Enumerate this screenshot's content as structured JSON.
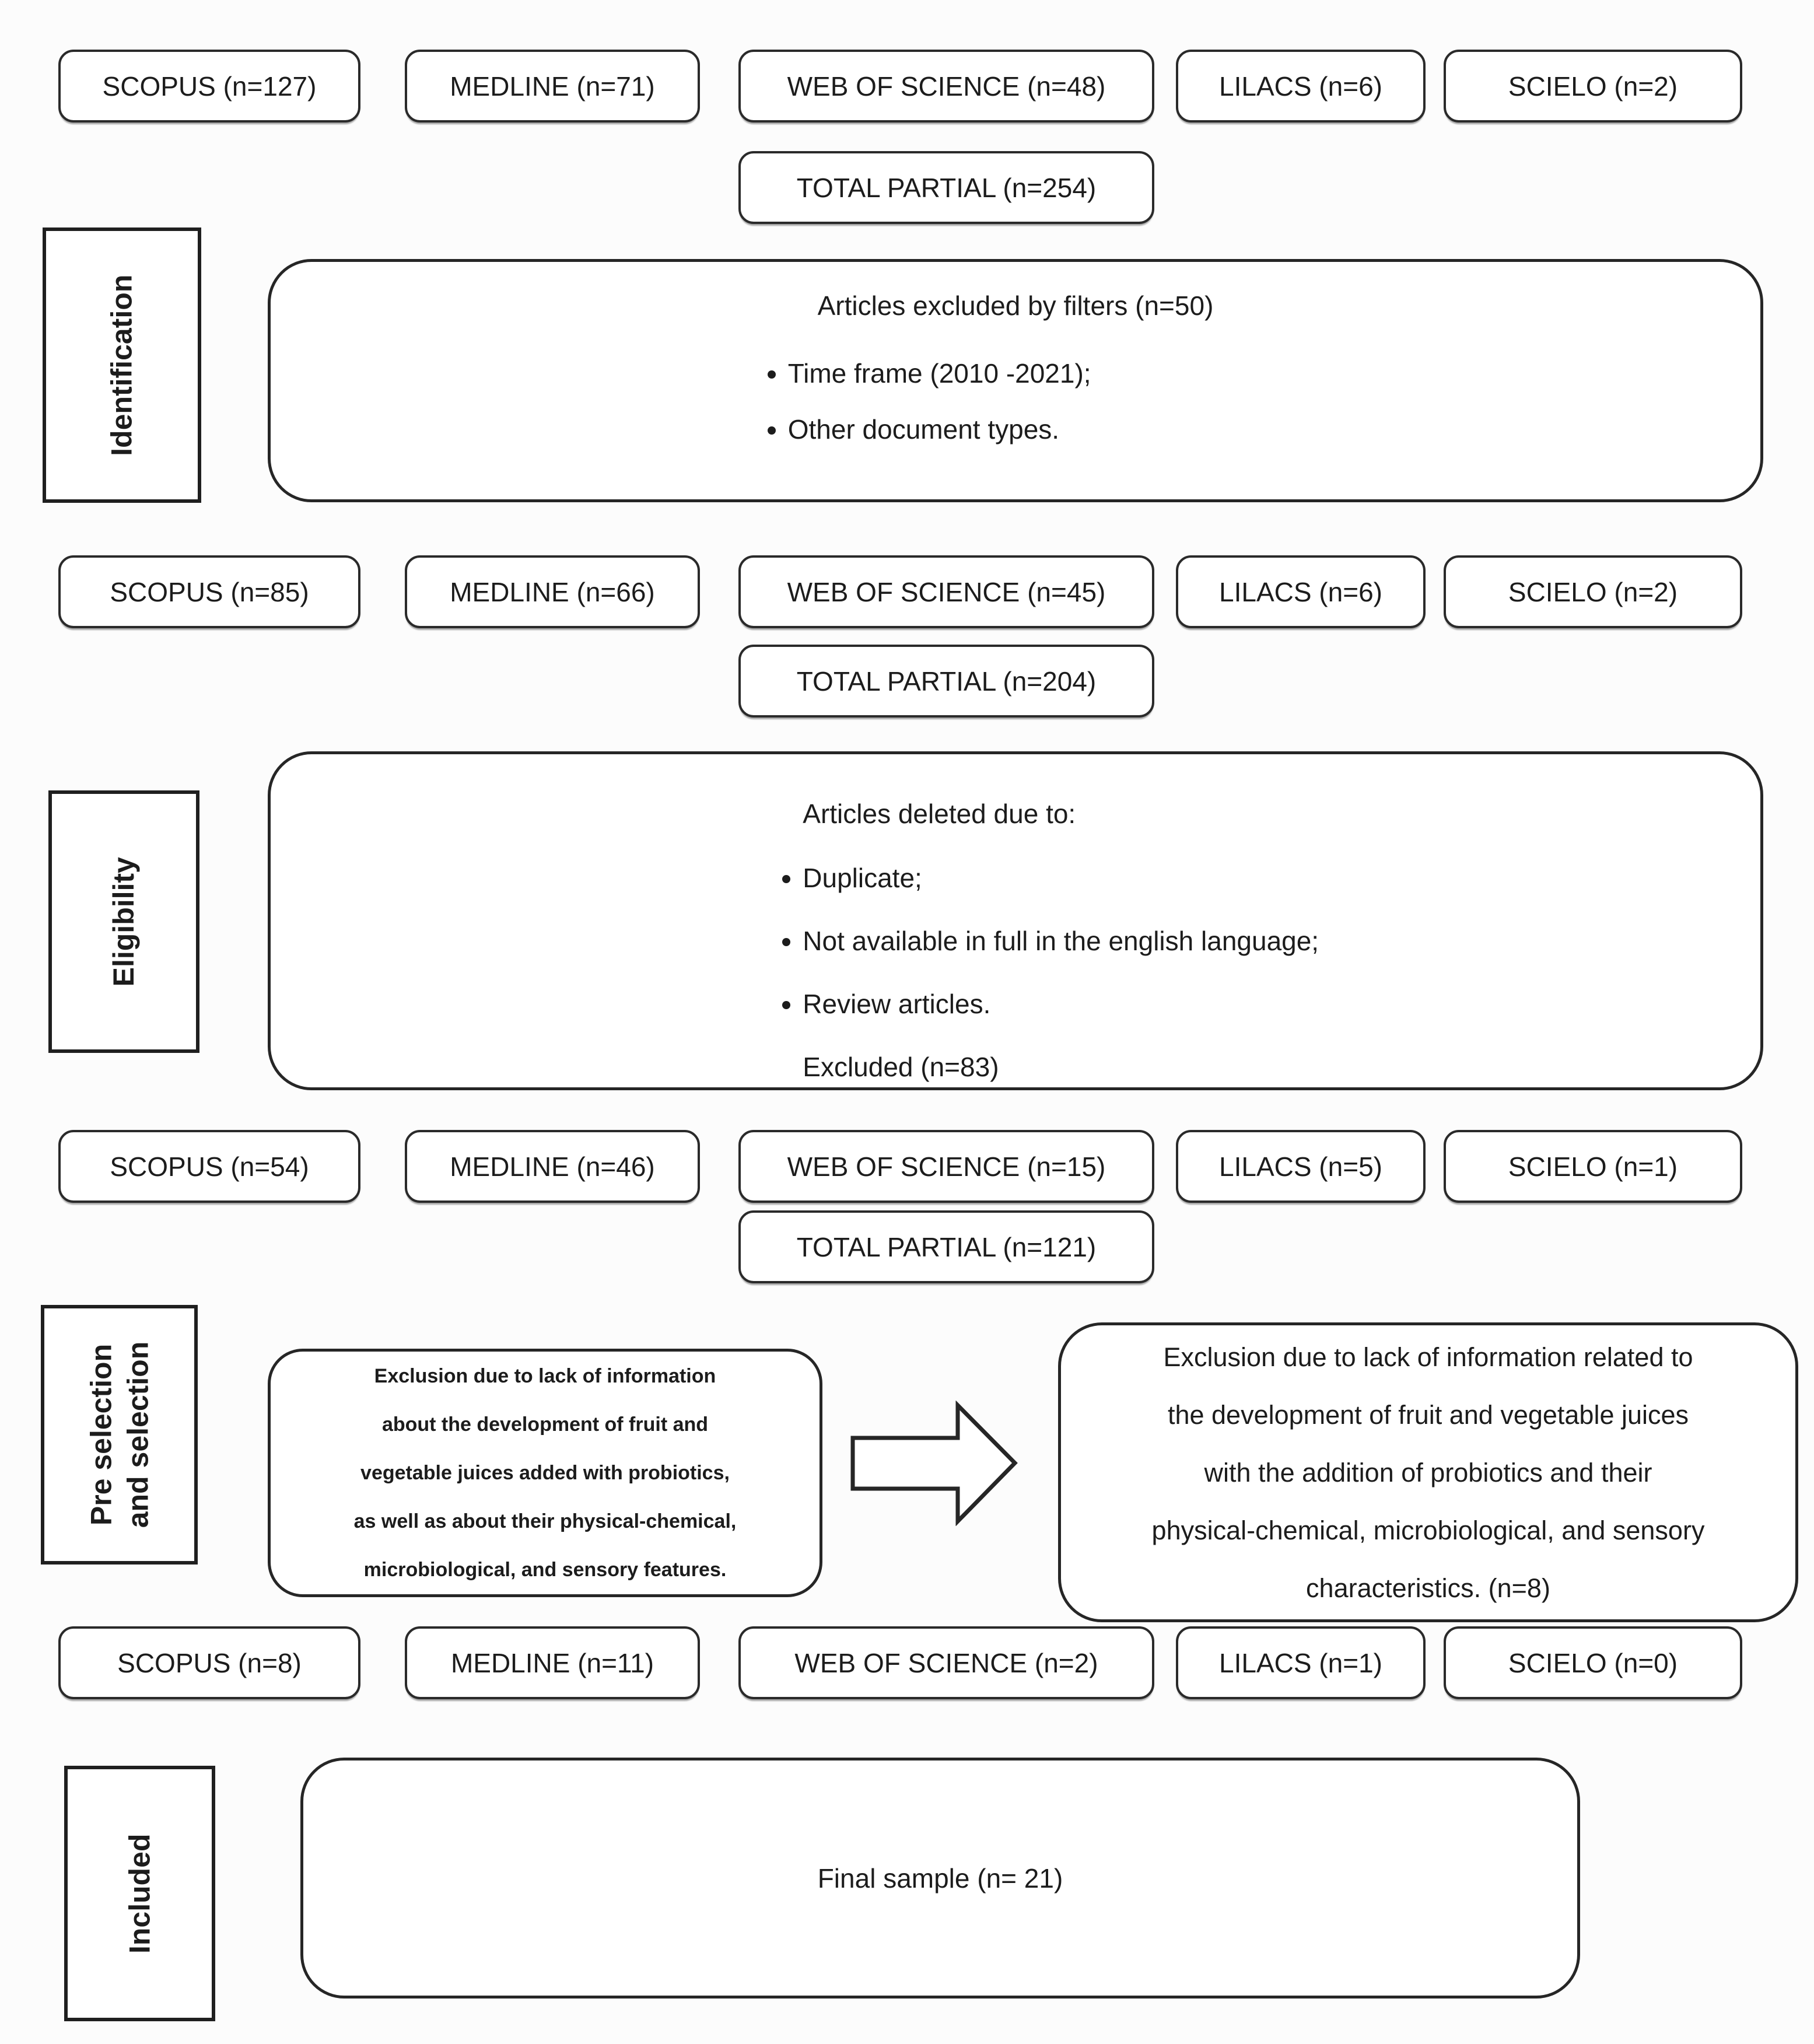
{
  "colors": {
    "border": "#262626",
    "background": "#fcfcfc",
    "text": "#1c1c1c"
  },
  "icons": {
    "flow_arrow": "right-arrow"
  },
  "stages": {
    "identification": "Identification",
    "eligibility": "Eligibility",
    "preselection_line1": "Pre selection",
    "preselection_line2": "and selection",
    "included": "Included"
  },
  "db_rows": [
    {
      "boxes": [
        "SCOPUS (n=127)",
        "MEDLINE (n=71)",
        "WEB OF SCIENCE (n=48)",
        "LILACS (n=6)",
        "SCIELO  (n=2)"
      ]
    },
    {
      "boxes": [
        "SCOPUS (n=85)",
        "MEDLINE (n=66)",
        "WEB OF SCIENCE (n=45)",
        "LILACS (n=6)",
        "SCIELO  (n=2)"
      ]
    },
    {
      "boxes": [
        "SCOPUS (n=54)",
        "MEDLINE (n=46)",
        "WEB OF SCIENCE (n=15)",
        "LILACS (n=5)",
        "SCIELO  (n=1)"
      ]
    },
    {
      "boxes": [
        "SCOPUS (n=8)",
        "MEDLINE (n=11)",
        "WEB OF SCIENCE (n=2)",
        "LILACS (n=1)",
        "SCIELO  (n=0)"
      ]
    }
  ],
  "totals": [
    "TOTAL PARTIAL (n=254)",
    "TOTAL PARTIAL (n=204)",
    "TOTAL PARTIAL (n=121)"
  ],
  "exclusion_box_1": {
    "title": "Articles excluded by filters (n=50)",
    "bullets": [
      "Time frame (2010 -2021);",
      "Other document types."
    ]
  },
  "exclusion_box_2": {
    "title": "Articles deleted due to:",
    "bullets": [
      "Duplicate;",
      "Not available in full in the english language;",
      "Review articles."
    ],
    "note": "Excluded (n=83)"
  },
  "preselection_left": {
    "text": "Exclusion due to lack of information about the development of fruit and vegetable juices added with probiotics, as well as about their physical-chemical, microbiological, and sensory features.",
    "lines": [
      "Exclusion due to lack of information",
      "about the development of fruit and",
      "vegetable juices added with probiotics,",
      "as well as about their physical-chemical,",
      "microbiological, and sensory features."
    ]
  },
  "preselection_right": {
    "text": "Exclusion due to lack of information related to the development of fruit and vegetable juices with the addition of probiotics and their physical-chemical, microbiological, and sensory characteristics. (n=8)",
    "lines": [
      "Exclusion due to lack of information related to",
      "the development of fruit and vegetable juices",
      "with the addition of probiotics and their",
      "physical-chemical, microbiological, and sensory",
      "characteristics. (n=8)"
    ]
  },
  "final_box": {
    "text": "Final sample (n= 21)"
  }
}
